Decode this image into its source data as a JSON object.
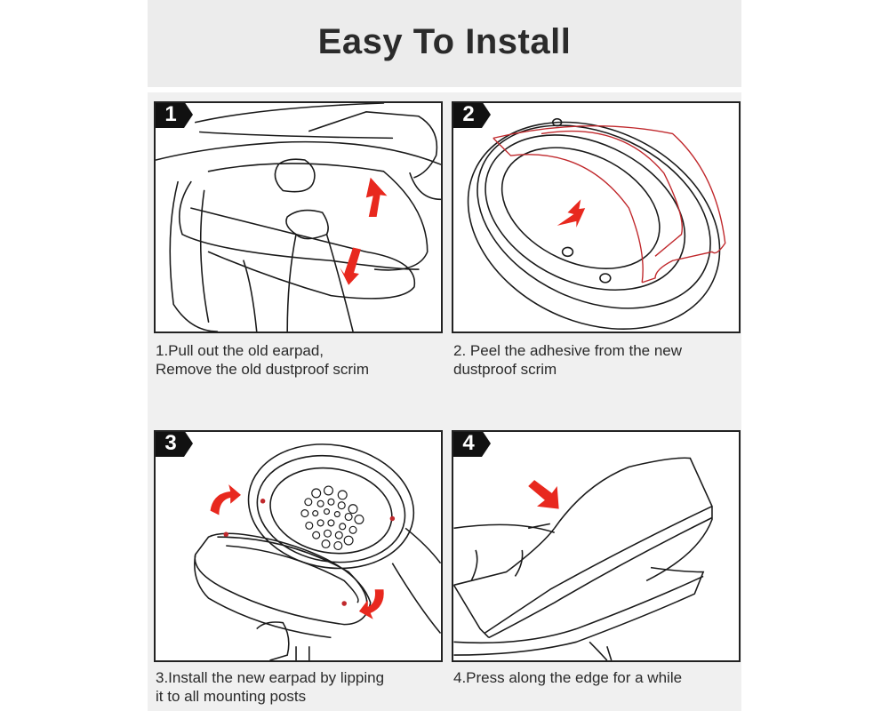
{
  "title": "Easy To Install",
  "colors": {
    "background": "#f0f0f0",
    "title_band": "#ececec",
    "title_text": "#2b2b2b",
    "frame": "#222222",
    "accent_red": "#e8281e",
    "line_red": "#c0282c"
  },
  "steps": [
    {
      "number": "1",
      "caption_lines": [
        "1.Pull out the old earpad,",
        "Remove the old dustproof scrim"
      ],
      "illustration": "hands-pulling-earpad-with-up-down-arrows"
    },
    {
      "number": "2",
      "caption_lines": [
        "2. Peel the adhesive from the new",
        "dustproof scrim"
      ],
      "illustration": "earcup-with-adhesive-scrim-peel-arrow"
    },
    {
      "number": "3",
      "caption_lines": [
        "3.Install the new earpad by lipping",
        "it to all mounting posts"
      ],
      "illustration": "earpad-aligning-to-speaker-with-rotate-arrows"
    },
    {
      "number": "4",
      "caption_lines": [
        "4.Press along the edge for a while"
      ],
      "illustration": "hand-pressing-earpad-edge-with-arrow"
    }
  ]
}
